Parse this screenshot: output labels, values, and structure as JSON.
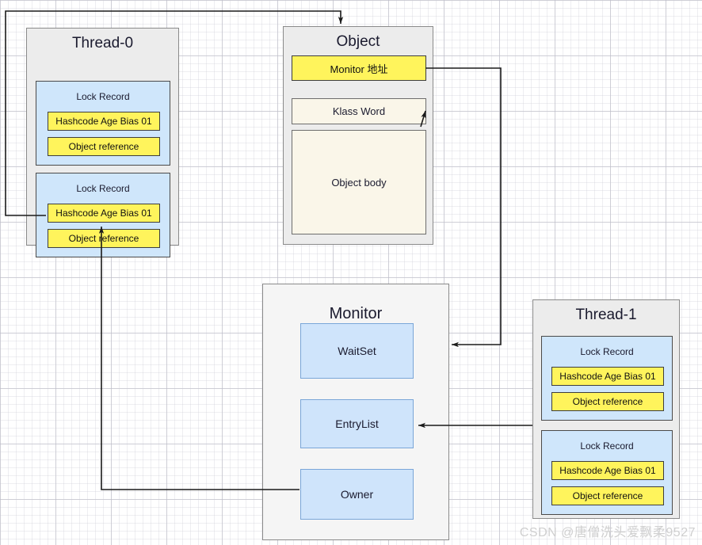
{
  "diagram": {
    "title": "Java Object Monitor (heavyweight lock) structure",
    "watermark": "CSDN @唐僧洗头爱飘柔9527",
    "colors": {
      "lock_record_blue": "#cfe6fb",
      "yellow_field": "#fff45c",
      "cream_field": "#faf6e9",
      "monitor_slot_blue": "#cfe4fb",
      "container_gray": "#ececec",
      "container_light": "#f5f5f5",
      "wire": "#1a1a1a"
    }
  },
  "thread0": {
    "title": "Thread-0",
    "lock_records": [
      {
        "title": "Lock Record",
        "mark_word": "Hashcode Age Bias 01",
        "object_reference": "Object reference"
      },
      {
        "title": "Lock Record",
        "mark_word": "Hashcode Age Bias 01",
        "object_reference": "Object reference"
      }
    ]
  },
  "object": {
    "title": "Object",
    "monitor_address": "Monitor 地址",
    "klass_word": "Klass Word",
    "object_body": "Object body"
  },
  "monitor": {
    "title": "Monitor",
    "slots": [
      {
        "label": "WaitSet"
      },
      {
        "label": "EntryList"
      },
      {
        "label": "Owner"
      }
    ]
  },
  "thread1": {
    "title": "Thread-1",
    "lock_records": [
      {
        "title": "Lock Record",
        "mark_word": "Hashcode Age Bias 01",
        "object_reference": "Object reference"
      },
      {
        "title": "Lock Record",
        "mark_word": "Hashcode Age Bias 01",
        "object_reference": "Object reference"
      }
    ]
  },
  "connections": [
    {
      "name": "thread0-objref2-to-object",
      "from": "Thread-0 Lock Record 2 Object reference",
      "to": "Object (top)"
    },
    {
      "name": "object-monitor-address-to-monitor",
      "from": "Object Monitor 地址",
      "to": "Monitor (right side)"
    },
    {
      "name": "monitor-address-to-klass-word",
      "from": "Monitor 地址",
      "to": "Klass Word"
    },
    {
      "name": "monitor-owner-to-thread0-objref2",
      "from": "Monitor Owner",
      "to": "Thread-0 Lock Record 2 Object reference"
    },
    {
      "name": "thread1-to-monitor-entrylist",
      "from": "Thread-1",
      "to": "Monitor EntryList"
    }
  ]
}
